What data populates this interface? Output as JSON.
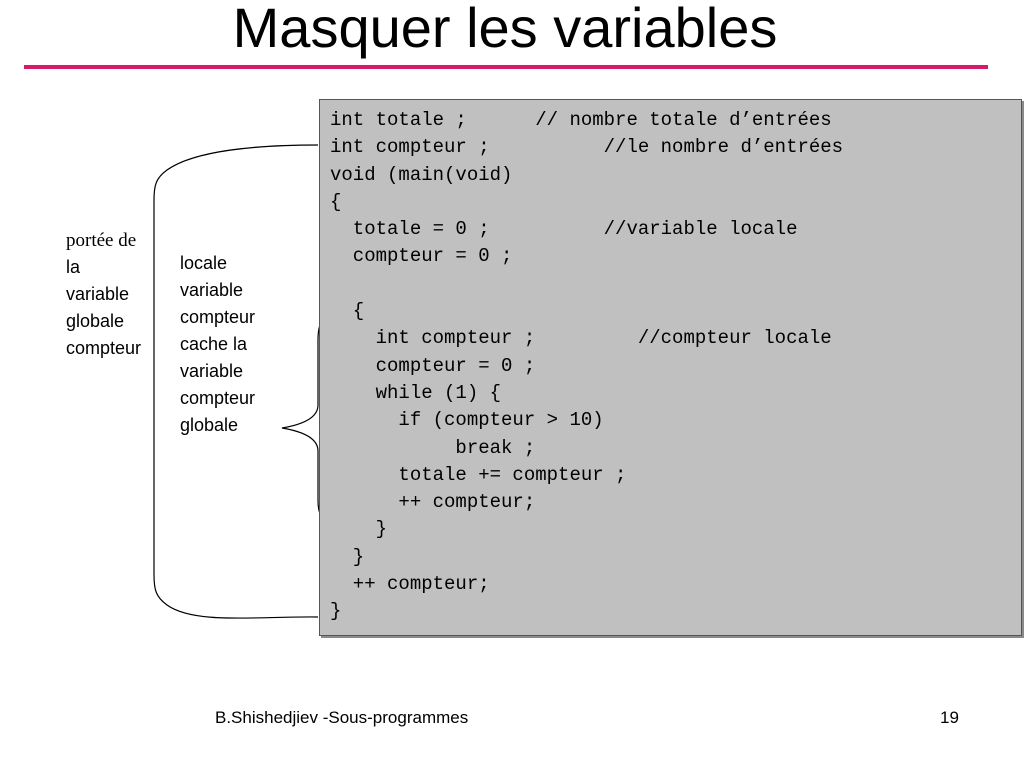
{
  "slide": {
    "title": "Masquer les variables",
    "accent_color": "#d6196b",
    "panel_color": "#c0c0c0"
  },
  "code": {
    "lines": [
      "int totale ;      // nombre totale d’entrées",
      "int compteur ;          //le nombre d’entrées",
      "void (main(void)",
      "{",
      "  totale = 0 ;          //variable locale",
      "  compteur = 0 ;",
      "",
      "  {",
      "    int compteur ;         //compteur locale",
      "    compteur = 0 ;",
      "    while (1) {",
      "      if (compteur > 10)",
      "           break ;",
      "      totale += compteur ;",
      "      ++ compteur;",
      "    }",
      "  }",
      "  ++ compteur;",
      "}"
    ]
  },
  "annotations": {
    "global_scope": [
      "portée de",
      "la",
      "variable",
      "globale",
      "compteur"
    ],
    "local_scope": [
      "locale",
      "variable",
      "compteur",
      "cache la",
      "variable",
      "compteur",
      "globale"
    ]
  },
  "footer": {
    "author": "B.Shishedjiev -Sous-programmes",
    "page_number": "19"
  }
}
